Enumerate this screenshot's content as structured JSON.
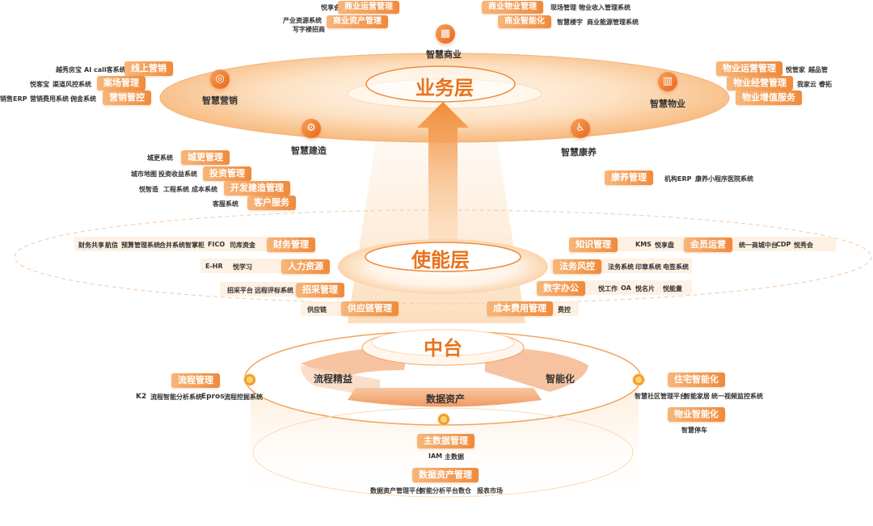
{
  "business": {
    "title": "业务层",
    "commerce": {
      "label": "智慧商业",
      "left_tags": [
        {
          "tag": "商业运营管理",
          "items": [
            "悦享会"
          ]
        },
        {
          "tag": "商业资产管理",
          "items": [
            "产业资源系统",
            "写字楼招商"
          ]
        }
      ],
      "right_tags": [
        {
          "tag": "商业物业管理",
          "items": [
            "现场管理",
            "物业收入管理系统"
          ]
        },
        {
          "tag": "商业智能化",
          "items": [
            "智慧楼宇",
            "商业能源管理系统"
          ]
        }
      ]
    },
    "marketing": {
      "label": "智慧营销",
      "rows": [
        {
          "tag": "线上营销",
          "items": [
            "越秀房宝",
            "AI call客系统"
          ]
        },
        {
          "tag": "案场管理",
          "items": [
            "悦客宝",
            "渠道风控系统"
          ]
        },
        {
          "tag": "营销管控",
          "items": [
            "销售ERP",
            "营销费用系统",
            "佣金系统"
          ]
        }
      ]
    },
    "property": {
      "label": "智慧物业",
      "rows": [
        {
          "tag": "物业运营管理",
          "items": [
            "悦管家",
            "越品管"
          ]
        },
        {
          "tag": "物业经营管理",
          "items": [
            "我家云",
            "睿拓"
          ]
        },
        {
          "tag": "物业增值服务",
          "items": []
        }
      ]
    },
    "construction": {
      "label": "智慧建造",
      "rows": [
        {
          "tag": "城更管理",
          "items": [
            "城更系统"
          ]
        },
        {
          "tag": "投资管理",
          "items": [
            "城市地图",
            "投资收益系统"
          ]
        },
        {
          "tag": "开发建造管理",
          "items": [
            "悦智造",
            "工程系统",
            "成本系统"
          ]
        },
        {
          "tag": "客户服务",
          "items": [
            "客服系统"
          ]
        }
      ]
    },
    "health": {
      "label": "智慧康养",
      "rows": [
        {
          "tag": "康养管理",
          "items": [
            "机构ERP",
            "康养小程序",
            "医院系统"
          ]
        }
      ]
    }
  },
  "enable": {
    "title": "使能层",
    "left": [
      {
        "tag": "财务管理",
        "items": [
          "财务共享",
          "航信",
          "预算管理系统",
          "合并系统",
          "智掌柜",
          "FICO",
          "司库资金"
        ]
      },
      {
        "tag": "人力资源",
        "items": [
          "E-HR",
          "悦学习"
        ]
      },
      {
        "tag": "招采管理",
        "items": [
          "招采平台",
          "远程评标系统"
        ]
      },
      {
        "tag": "供应链管理",
        "items": [
          "供应链"
        ]
      }
    ],
    "right": [
      {
        "tag": "知识管理",
        "items": [
          "KMS",
          "悦享盘"
        ]
      },
      {
        "tag": "会员运营",
        "items": [
          "统一商城中台",
          "CDP",
          "悦秀会"
        ]
      },
      {
        "tag": "法务风控",
        "items": [
          "法务系统",
          "印章系统",
          "电签系统"
        ]
      },
      {
        "tag": "数字办公",
        "items": [
          "悦工作",
          "OA",
          "悦名片",
          "悦能量"
        ]
      },
      {
        "tag": "成本费用管理",
        "items": [
          "费控"
        ]
      }
    ]
  },
  "middle": {
    "title": "中台",
    "sectors": [
      "流程精益",
      "数据资产",
      "智能化"
    ],
    "left": {
      "tag": "流程管理",
      "items": [
        "K2",
        "流程智能分析系统",
        "Epros",
        "流程挖掘系统"
      ]
    },
    "right": [
      {
        "tag": "住宅智能化",
        "items": [
          "智慧社区管理平台",
          "智能家居",
          "统一视频监控系统"
        ]
      },
      {
        "tag": "物业智能化",
        "items": [
          "智慧停车"
        ]
      }
    ],
    "bottom": [
      {
        "tag": "主数据管理",
        "items": [
          "IAM",
          "主数据"
        ]
      },
      {
        "tag": "数据资产管理",
        "items": [
          "数据资产管理平台",
          "智能分析平台",
          "数仓",
          "报表市场"
        ]
      }
    ]
  },
  "colors": {
    "accent": "#ef8a3c",
    "title": "#e8731c",
    "light": "#fde8d2"
  },
  "icons": {
    "commerce": "shop-icon",
    "marketing": "target-icon",
    "property": "building-icon",
    "construction": "crane-icon",
    "health": "person-care-icon"
  }
}
